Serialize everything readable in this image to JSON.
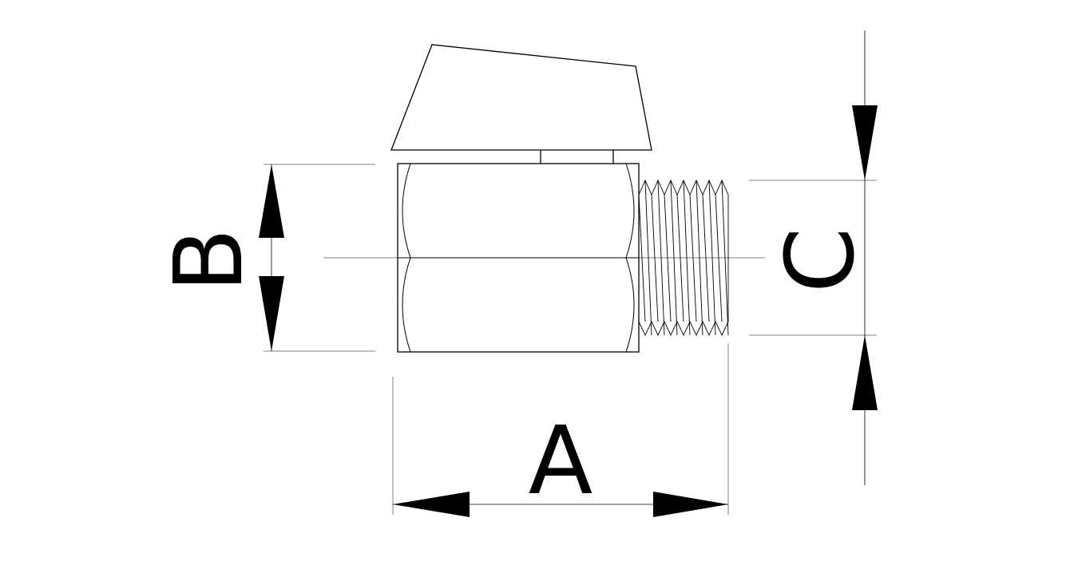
{
  "labels": {
    "length": "A",
    "body_height": "B",
    "thread_diameter": "C"
  },
  "colors": {
    "line": "#000000",
    "background": "#ffffff"
  }
}
